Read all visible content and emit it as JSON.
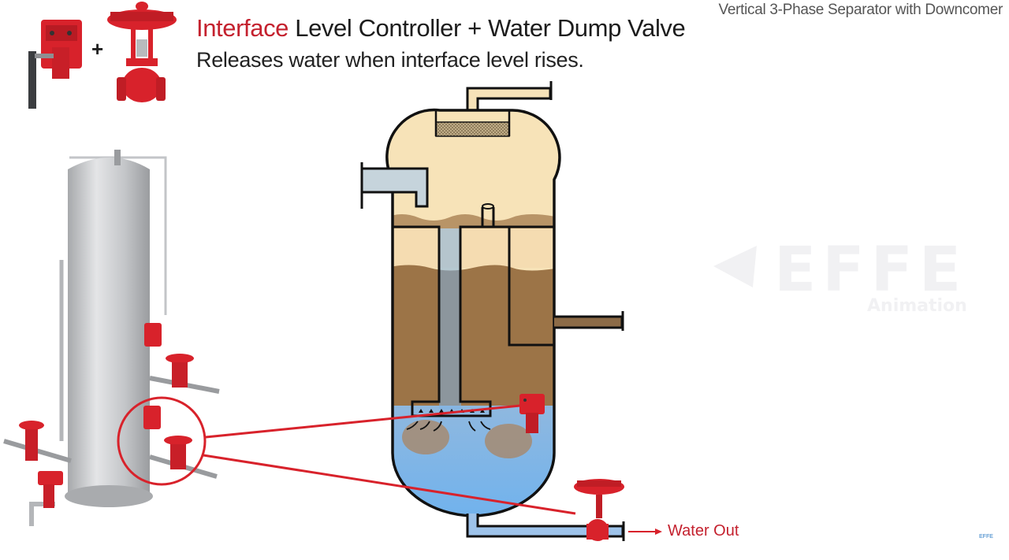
{
  "video": {
    "corner_title": "Vertical 3-Phase Separator with Downcomer",
    "watermark_main": "EFFE",
    "watermark_sub": "Animation",
    "mini_logo": "EFFE"
  },
  "heading": {
    "accent": "Interface",
    "rest": " Level Controller + Water Dump Valve",
    "subtitle": "Releases water when interface level rises."
  },
  "legend": {
    "plus_sign": "+"
  },
  "diagram": {
    "outlet_label": "Water Out",
    "colors": {
      "gas": "#f7e3b8",
      "oil": "#f5dcb1",
      "emulsion": "#9c7447",
      "water": "#7fb3e3",
      "equipment_red": "#d8222b",
      "steel": "#c8c9cb",
      "callout": "#d8222b"
    }
  }
}
